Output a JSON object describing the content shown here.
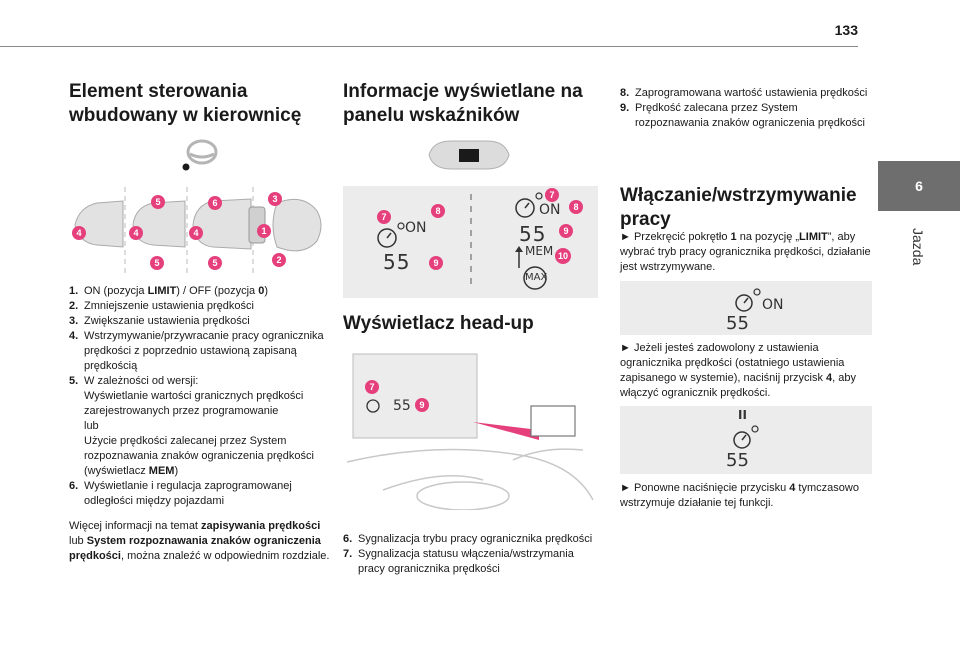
{
  "page_number": "133",
  "side_tab": {
    "number": "6",
    "label": "Jazda"
  },
  "col1": {
    "title": "Element sterowania wbudowany w kierownicę",
    "items": [
      {
        "n": "1.",
        "parts": [
          "ON (pozycja ",
          "LIMIT",
          ") / OFF (pozycja ",
          "0",
          ")"
        ]
      },
      {
        "n": "2.",
        "text": "Zmniejszenie ustawienia prędkości"
      },
      {
        "n": "3.",
        "text": "Zwiększanie ustawienia prędkości"
      },
      {
        "n": "4.",
        "text": "Wstrzymywanie/przywracanie pracy ogranicznika prędkości z poprzednio ustawioną zapisaną prędkością"
      },
      {
        "n": "5.",
        "text_a": "W zależności od wersji:",
        "text_b": "Wyświetlanie wartości granicznych prędkości zarejestrowanych przez programowanie",
        "text_c": "lub",
        "text_d": "Użycie prędkości zalecanej przez System rozpoznawania znaków ograniczenia prędkości (wyświetlacz ",
        "text_d_bold": "MEM",
        "text_d_end": ")"
      },
      {
        "n": "6.",
        "text": "Wyświetlanie i regulacja zaprogramowanej odległości między pojazdami"
      }
    ],
    "more_info": {
      "a": "Więcej informacji na temat ",
      "b": "zapisywania prędkości",
      "c": " lub ",
      "d": "System rozpoznawania znaków ograniczenia prędkości",
      "e": ", można znaleźć w odpowiednim rozdziale."
    },
    "fig_badges": [
      "5",
      "6",
      "3",
      "4",
      "4",
      "4",
      "1",
      "5",
      "5",
      "2"
    ]
  },
  "col2": {
    "title": "Informacje wyświetlane na panelu wskaźników",
    "display_left": {
      "on": "ON",
      "speed": "55",
      "badges": [
        "7",
        "8",
        "9"
      ]
    },
    "display_right": {
      "on": "ON",
      "speed": "55",
      "mem": "MEM",
      "max": "MAX",
      "badges": [
        "7",
        "8",
        "9",
        "10"
      ]
    },
    "hud_title": "Wyświetlacz head-up",
    "hud": {
      "speed": "55",
      "badges": [
        "7",
        "9"
      ]
    },
    "items": [
      {
        "n": "6.",
        "text": "Sygnalizacja trybu pracy ogranicznika prędkości"
      },
      {
        "n": "7.",
        "text": "Sygnalizacja statusu włączenia/wstrzymania pracy ogranicznika prędkości"
      }
    ]
  },
  "col3": {
    "items": [
      {
        "n": "8.",
        "text": "Zaprogramowana wartość ustawienia prędkości"
      },
      {
        "n": "9.",
        "text": "Prędkość zalecana przez System rozpoznawania znaków ograniczenia prędkości"
      }
    ],
    "title": "Włączanie/wstrzymywanie pracy",
    "p1": {
      "a": "► Przekręcić pokrętło ",
      "b": "1",
      "c": " na pozycję „",
      "d": "LIMIT",
      "e": "”, aby wybrać tryb pracy ogranicznika prędkości, działanie jest wstrzymywane."
    },
    "fig1": {
      "on": "ON",
      "speed": "55"
    },
    "p2": {
      "a": "► Jeżeli jesteś zadowolony z ustawienia ogranicznika prędkości (ostatniego ustawienia zapisanego w systemie), naciśnij przycisk ",
      "b": "4",
      "c": ", aby włączyć ogranicznik prędkości."
    },
    "fig2": {
      "pause": "II",
      "speed": "55"
    },
    "p3": {
      "a": "► Ponowne naciśnięcie przycisku ",
      "b": "4",
      "c": " tymczasowo wstrzymuje działanie tej funkcji."
    }
  },
  "colors": {
    "badge": "#e5407c",
    "tab": "#6e6e6e",
    "panel": "#ececec"
  }
}
